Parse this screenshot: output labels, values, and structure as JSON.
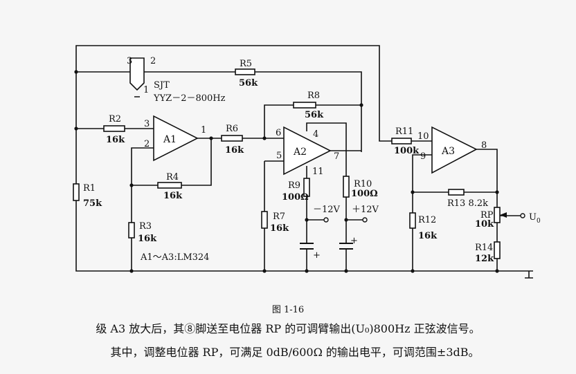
{
  "labels": {
    "sjt_pin3": "3",
    "sjt_pin2": "2",
    "sjt_pin1": "1",
    "sjt": "SJT",
    "sjt_model": "YYZ－2－800Hz",
    "r5": "R5",
    "r5_val": "56k",
    "r8": "R8",
    "r8_val": "56k",
    "r2": "R2",
    "r2_val": "16k",
    "a1_pin3": "3",
    "a1_pin2": "2",
    "a1": "A1",
    "a1_pin1": "1",
    "r6": "R6",
    "r6_val": "16k",
    "a2_pin6": "6",
    "a2_pin4": "4",
    "a2_pin5": "5",
    "a2": "A2",
    "a2_pin7": "7",
    "a2_pin11": "11",
    "r11": "R11",
    "r11_val": "100k",
    "a3_pin10": "10",
    "a3_pin9": "9",
    "a3": "A3",
    "a3_pin8": "8",
    "r4": "R4",
    "r4_val": "16k",
    "r1": "R1",
    "r1_val": "75k",
    "r3": "R3",
    "r3_val": "16k",
    "r9": "R9",
    "r9_val": "100Ω",
    "r10": "R10",
    "r10_val": "100Ω",
    "neg12": "－12V",
    "pos12": "＋12V",
    "r7": "R7",
    "r7_val": "16k",
    "r12": "R12",
    "r12_val": "16k",
    "r13": "R13  8.2k",
    "rp": "RP",
    "rp_val": "10k",
    "u0": "U",
    "u0_sub": "0",
    "r14": "R14",
    "r14_val": "12k",
    "ic_note": "A1～A3:LM324",
    "cap_plus_1": "+",
    "cap_plus_2": "+"
  },
  "caption": "图 1-16",
  "paragraph": {
    "line1": "级 A3 放大后，其⑧脚送至电位器 RP 的可调臂输出(U₀)800Hz 正弦波信号。",
    "line2": "其中，调整电位器 RP，可满足 0dB/600Ω 的输出电平，可调范围±3dB。"
  }
}
